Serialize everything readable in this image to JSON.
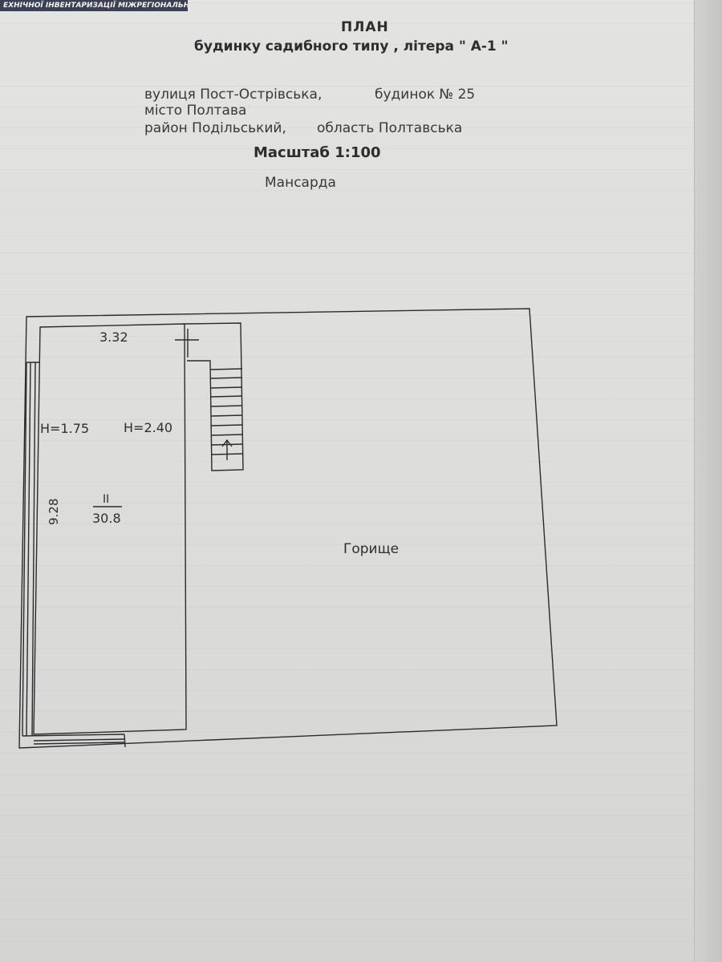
{
  "header": {
    "stamp": "ЕХНІЧНОЇ ІНВЕНТАРИЗАЦІЇ МІЖРЕГІОНАЛЬНЕ",
    "title": "ПЛАН",
    "subtitle": "будинку садибного типу , літера \" А-1 \""
  },
  "address": {
    "street": "вулиця Пост-Острівська,",
    "house": "будинок № 25",
    "city": "місто Полтава",
    "district": "район Подільський,",
    "region": "область Полтавська"
  },
  "scale": "Масштаб 1:100",
  "floor": "Мансарда",
  "plan": {
    "room_width": "3.32",
    "room_length": "9.28",
    "height_low": "H=1.75",
    "height_high": "H=2.40",
    "room_number": "II",
    "room_area": "30.8",
    "attic_label": "Горище"
  }
}
